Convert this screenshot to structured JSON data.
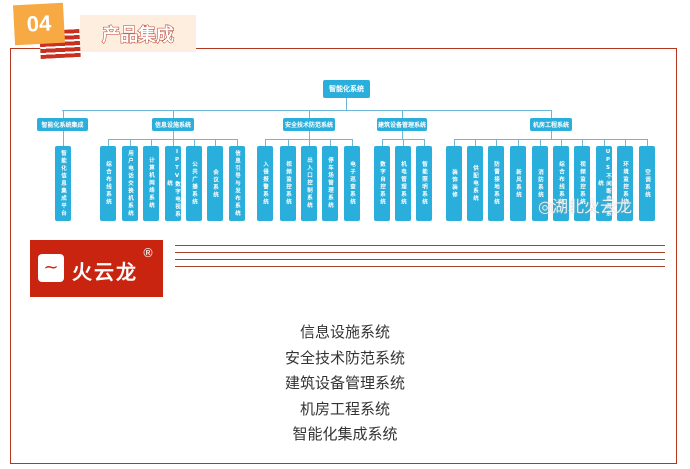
{
  "header": {
    "number": "04",
    "title": "产品集成"
  },
  "diagram": {
    "root": "智能化系统",
    "groups": [
      {
        "label": "智能化系统集成",
        "children": [
          "智能化信息集成平台"
        ]
      },
      {
        "label": "信息设施系统",
        "children": [
          "综合布线系统",
          "用户电话交换机系统",
          "计算机网络系统",
          "IPTV数字电视系统",
          "公共广播系统",
          "会议系统",
          "信息引导与发布系统"
        ]
      },
      {
        "label": "安全技术防范系统",
        "children": [
          "入侵报警系统",
          "视频监控系统",
          "出入口控制系统",
          "停车场管理系统",
          "电子巡查系统"
        ]
      },
      {
        "label": "建筑设备管理系统",
        "children": [
          "数字自控系统",
          "机电管理系统",
          "智能照明系统"
        ]
      },
      {
        "label": "机房工程系统",
        "children": [
          "装饰装修",
          "供配电系统",
          "防雷接地系统",
          "新风系统",
          "消防系统",
          "综合布线系统",
          "视频监控系统",
          "UPS不间断电源系统",
          "环境监控系统",
          "空调系统"
        ]
      }
    ],
    "colors": {
      "box": "#2aaedc",
      "line": "#6fb7d8"
    }
  },
  "watermark": "湖北火云龙",
  "logo": {
    "text": "火云龙",
    "mark": "®"
  },
  "list": [
    "信息设施系统",
    "安全技术防范系统",
    "建筑设备管理系统",
    "机房工程系统",
    "智能化集成系统"
  ],
  "colors": {
    "accent": "#b5361f",
    "badge": "#f7a944"
  }
}
